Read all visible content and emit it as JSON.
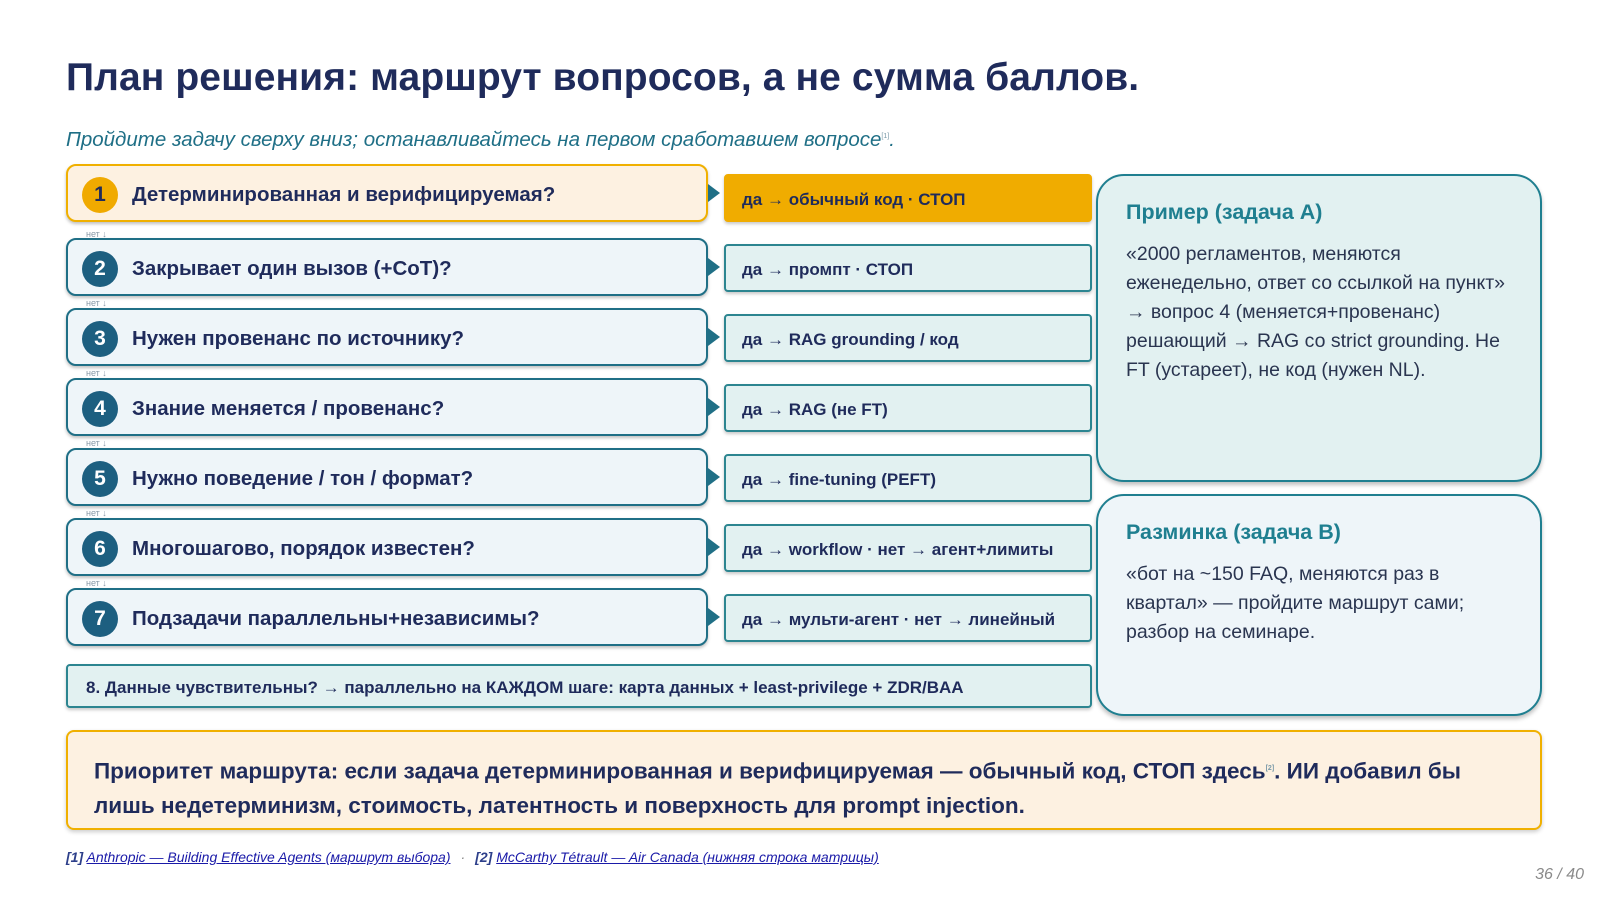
{
  "title": "План решения: маршрут вопросов, а не сумма баллов.",
  "subtitle": "Пройдите задачу сверху вниз; останавливайтесь на первом сработавшем вопросе",
  "subtitle_ref": "[1]",
  "subtitle_end": ".",
  "next_label": "нет ↓",
  "questions": [
    {
      "num": "1",
      "text": "Детерминированная и верифицируемая?",
      "answer": "да → обычный код · СТОП"
    },
    {
      "num": "2",
      "text": "Закрывает один вызов (+CoT)?",
      "answer": "да → промпт · СТОП"
    },
    {
      "num": "3",
      "text": "Нужен провенанс по источнику?",
      "answer": "да → RAG grounding / код"
    },
    {
      "num": "4",
      "text": "Знание меняется / провенанс?",
      "answer": "да → RAG (не FT)"
    },
    {
      "num": "5",
      "text": "Нужно поведение / тон / формат?",
      "answer": "да → fine-tuning (PEFT)"
    },
    {
      "num": "6",
      "text": "Многошагово, порядок известен?",
      "answer": "да → workflow · нет → агент+лимиты"
    },
    {
      "num": "7",
      "text": "Подзадачи параллельны+независимы?",
      "answer": "да → мульти-агент · нет → линейный"
    }
  ],
  "row8": "8. Данные чувствительны? → параллельно на КАЖДОМ шаге: карта данных + least-privilege + ZDR/BAA",
  "example": {
    "title": "Пример (задача A)",
    "text": "«2000 регламентов, меняются еженедельно, ответ со ссылкой на пункт» → вопрос 4 (меняется+провенанс) решающий → RAG со strict grounding. Не FT (устареет), не код (нужен NL)."
  },
  "warmup": {
    "title": "Разминка (задача B)",
    "text": "«бот на ~150 FAQ, меняются раз в квартал» — пройдите маршрут сами; разбор на семинаре."
  },
  "banner": {
    "text_a": "Приоритет маршрута: если задача детерминированная и верифицируемая — обычный код, СТОП здесь",
    "ref": "[2]",
    "text_b": ". ИИ добавил бы лишь недетерминизм, стоимость, латентность и поверхность для prompt injection."
  },
  "footer": {
    "ref1_num": "[1]",
    "ref1_link": "Anthropic — Building Effective Agents (маршрут выбора)",
    "separator": "·",
    "ref2_num": "[2]",
    "ref2_link": "McCarthy Tétrault — Air Canada (нижняя строка матрицы)"
  },
  "page_number": "36 / 40",
  "colors": {
    "navy": "#1f2b5b",
    "teal": "#1f7f90",
    "amber": "#f0ac00",
    "cream": "#fdf1e1",
    "mint": "#e2f1f1"
  }
}
